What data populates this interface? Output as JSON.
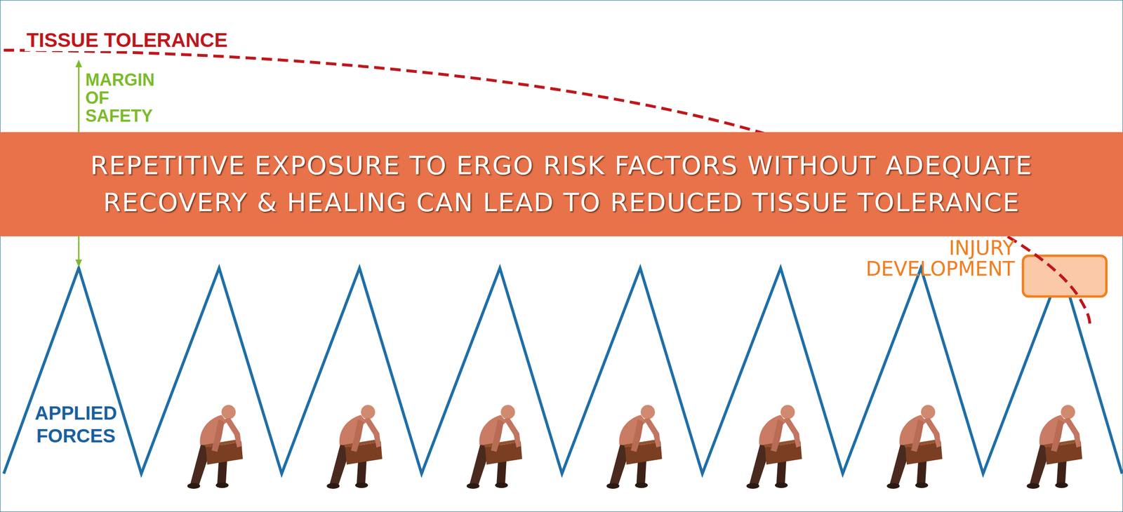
{
  "diagram": {
    "nodes": [
      {
        "text": [
          "REPETITIVE EXPOSURE TO ERGO RISK FACTORS WITHOUT ADEQUATE RECOVERY & HEALING CAN LEAD TO REDUCED TISSUE TOLERANCE"
        ]
      }
    ],
    "labels": [
      "TISSUE TOLERANCE",
      "MARGIN OF SAFETY",
      "INJURY DEVELOPMENT",
      "APPLIED FORCES"
    ]
  }
}
